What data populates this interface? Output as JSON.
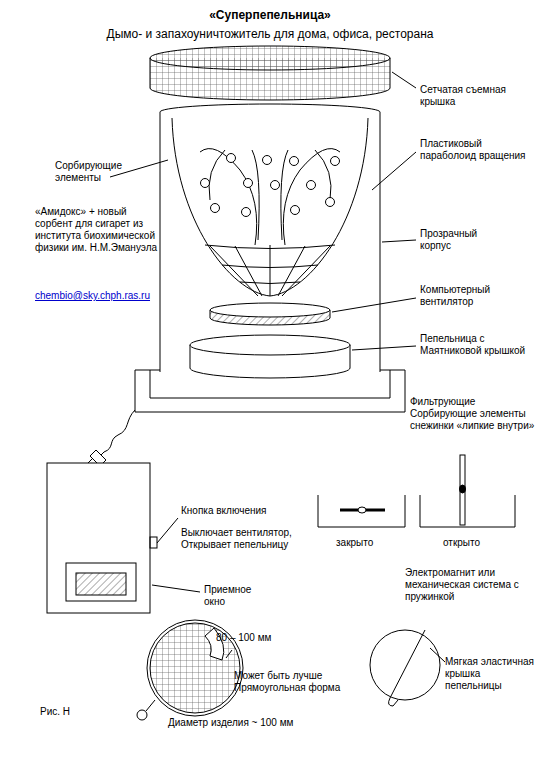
{
  "diagram": {
    "title": "«Суперпепельница»",
    "caption": "Рис. Н",
    "labels": [
      "Дымо- и запахоуничтожитель для дома, офиса, ресторана",
      "Сетчатая съемная крышка",
      "Сорбирующие элементы",
      "Пластиковый параболоид вращения",
      "«Амидокс» + новый сорбент для сигарет из института биохимической физики им. Н.М.Эмануэла",
      "chembio@sky.chph.ras.ru",
      "Прозрачный корпус",
      "Компьютерный вентилятор",
      "Пепельница с Маятниковой крышкой",
      "Фильтрующие Сорбирующие элементы снежинки «липкие внутри»",
      "Кнопка включения",
      "Выключает вентилятор, Открывает пепельницу",
      "Приемное окно",
      "закрыто",
      "открыто",
      "Электромагнит или механическая система с пружинкой",
      "80 – 100 мм",
      "Может быть лучше Прямоугольная форма",
      "Мягкая эластичная крышка пепельницы",
      "Диаметр изделия ~ 100 мм"
    ]
  }
}
